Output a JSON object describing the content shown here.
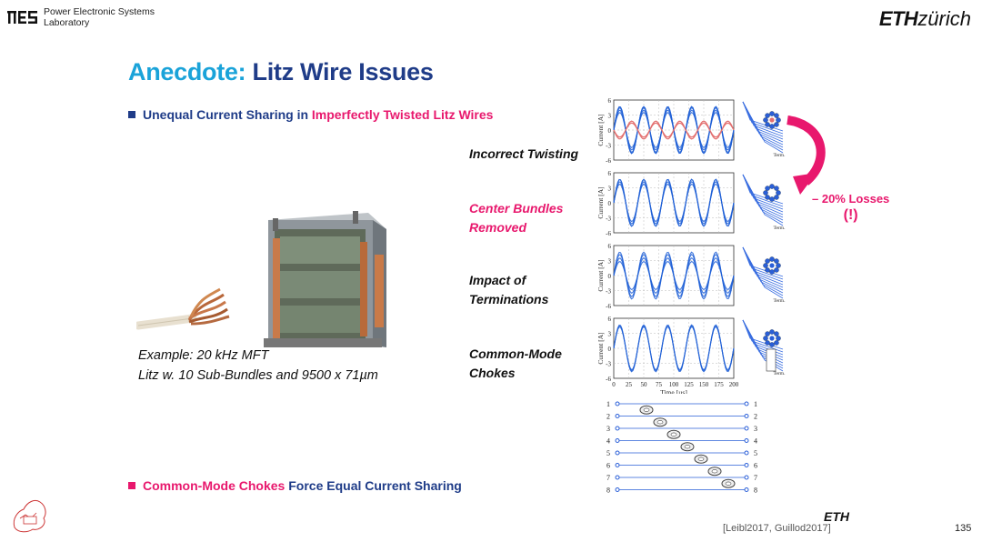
{
  "header": {
    "lab_line1": "Power Electronic Systems",
    "lab_line2": "Laboratory",
    "eth_bold": "ETH",
    "eth_rest": "zürich"
  },
  "title": {
    "accent": "Anecdote:",
    "main": "Litz Wire Issues"
  },
  "bullets": {
    "b1_part1": "Unequal Current Sharing in ",
    "b1_part2": "Imperfectly Twisted Litz Wires",
    "b2_part1": "Common-Mode Chokes",
    "b2_part2": " Force Equal Current Sharing"
  },
  "labels": {
    "l1": "Incorrect Twisting",
    "l2a": "Center Bundles",
    "l2b": "Removed",
    "l3a": "Impact of",
    "l3b": "Terminations",
    "l4a": "Common-Mode",
    "l4b": "Chokes"
  },
  "caption": {
    "line1": "Example: 20 kHz MFT",
    "line2": "Litz w. 10 Sub-Bundles and 9500 x 71µm"
  },
  "loss": {
    "text": "– 20% Losses",
    "excl": "(!)"
  },
  "plots": {
    "ylabel": "Current [A]",
    "xlabel": "Time [µs]",
    "yticks": [
      "6",
      "3",
      "0",
      "-3",
      "-6"
    ],
    "xticks": [
      "0",
      "25",
      "50",
      "75",
      "100",
      "125",
      "150",
      "175",
      "200"
    ],
    "term_label": "Term."
  },
  "choke_diagram": {
    "left_numbers": [
      "1",
      "2",
      "3",
      "4",
      "5",
      "6",
      "7",
      "8"
    ],
    "right_numbers": [
      "1",
      "2",
      "3",
      "4",
      "5",
      "6",
      "7",
      "8"
    ]
  },
  "footer": {
    "eth": "ETH",
    "reference": "[Leibl2017, Guillod2017]",
    "page": "135"
  },
  "colors": {
    "title_blue": "#1f3c88",
    "accent_cyan": "#1aa3d9",
    "highlight_pink": "#e8186d",
    "wave_blue": "#1f5fd6",
    "wave_red": "#e36f6f"
  }
}
